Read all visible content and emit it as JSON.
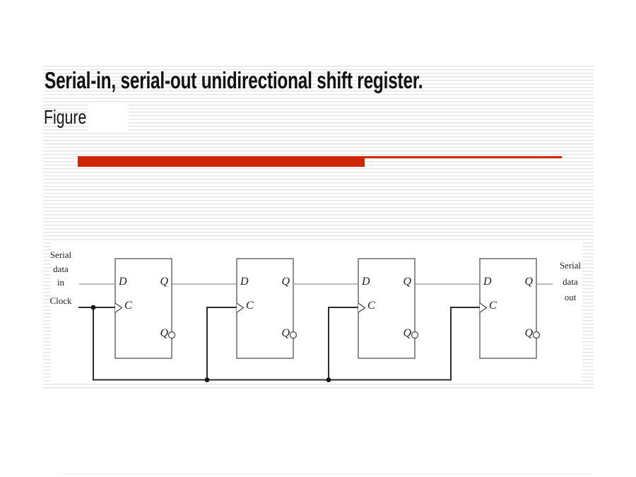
{
  "slide": {
    "title": "Serial-in, serial-out unidirectional shift register.",
    "figure_caption": "Figure",
    "accent_color": "#cf2606",
    "rule_line_color": "#e6e6e6"
  },
  "circuit": {
    "serial_in": [
      "Serial",
      "data",
      "in"
    ],
    "clock": "Clock",
    "serial_out": [
      "Serial",
      "data",
      "out"
    ],
    "flip_flops": [
      {
        "d": "D",
        "q": "Q",
        "c": "C",
        "q_inv": "Q"
      },
      {
        "d": "D",
        "q": "Q",
        "c": "C",
        "q_inv": "Q"
      },
      {
        "d": "D",
        "q": "Q",
        "c": "C",
        "q_inv": "Q"
      },
      {
        "d": "D",
        "q": "Q",
        "c": "C",
        "q_inv": "Q"
      }
    ]
  }
}
